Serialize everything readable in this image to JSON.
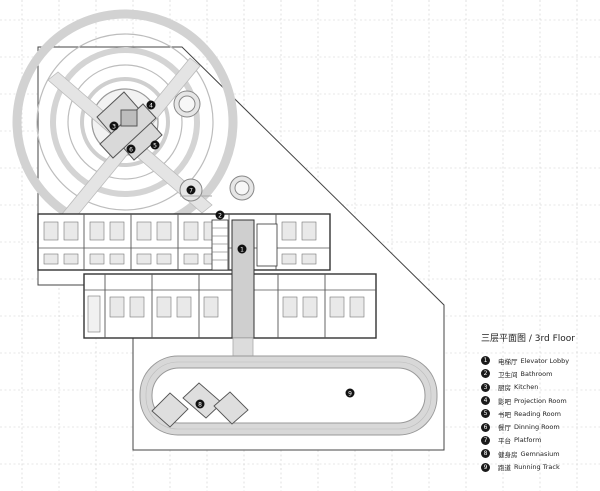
{
  "legend": {
    "title": "三层平面图 / 3rd Floor",
    "items": [
      {
        "num": "1",
        "zh": "电梯厅",
        "en": "Elevator Lobby"
      },
      {
        "num": "2",
        "zh": "卫生间",
        "en": "Bathroom"
      },
      {
        "num": "3",
        "zh": "厨房",
        "en": "Kitchen"
      },
      {
        "num": "4",
        "zh": "影吧",
        "en": "Projection Room"
      },
      {
        "num": "5",
        "zh": "书吧",
        "en": "Reading Room"
      },
      {
        "num": "6",
        "zh": "餐厅",
        "en": "Dinning Room"
      },
      {
        "num": "7",
        "zh": "平台",
        "en": "Platform"
      },
      {
        "num": "8",
        "zh": "健身房",
        "en": "Gemnasium"
      },
      {
        "num": "9",
        "zh": "跑道",
        "en": "Running Track"
      }
    ]
  },
  "markers": {
    "elevator_lobby": "1",
    "bathroom": "2",
    "kitchen": "3",
    "projection_room": "4",
    "reading_room": "5",
    "dinning_room": "6",
    "platform": "7",
    "gymnasium": "8",
    "running_track": "9"
  }
}
